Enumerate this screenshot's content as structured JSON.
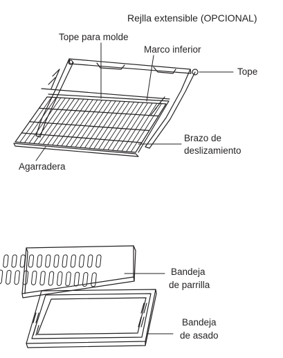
{
  "header": {
    "title": "Rejlla extensible (OPCIONAL)"
  },
  "rack_labels": {
    "tope_para_molde": "Tope para molde",
    "marco_inferior": "Marco inferior",
    "tope": "Tope",
    "brazo_line1": "Brazo de",
    "brazo_line2": "deslizamiento",
    "agarradera": "Agarradera"
  },
  "tray_labels": {
    "bandeja_parrilla_line1": "Bandeja",
    "bandeja_parrilla_line2": "de parrilla",
    "bandeja_asado_line1": "Bandeja",
    "bandeja_asado_line2": "de asado"
  },
  "colors": {
    "line": "#231f20",
    "background": "#ffffff"
  }
}
